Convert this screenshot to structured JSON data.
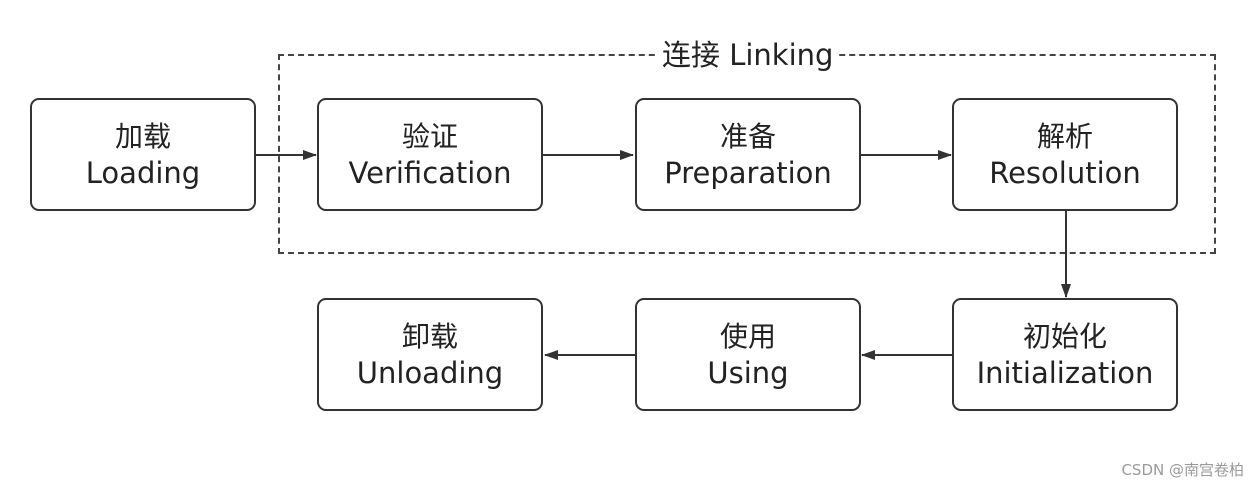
{
  "group": {
    "title": "连接 Linking"
  },
  "nodes": {
    "loading": {
      "zh": "加载",
      "en": "Loading"
    },
    "verification": {
      "zh": "验证",
      "en": "Verification"
    },
    "preparation": {
      "zh": "准备",
      "en": "Preparation"
    },
    "resolution": {
      "zh": "解析",
      "en": "Resolution"
    },
    "initialization": {
      "zh": "初始化",
      "en": "Initialization"
    },
    "using": {
      "zh": "使用",
      "en": "Using"
    },
    "unloading": {
      "zh": "卸载",
      "en": "Unloading"
    }
  },
  "watermark": "CSDN @南宫卷柏",
  "colors": {
    "line": "#333333",
    "text": "#222222",
    "watermark": "#9a9a9a"
  }
}
